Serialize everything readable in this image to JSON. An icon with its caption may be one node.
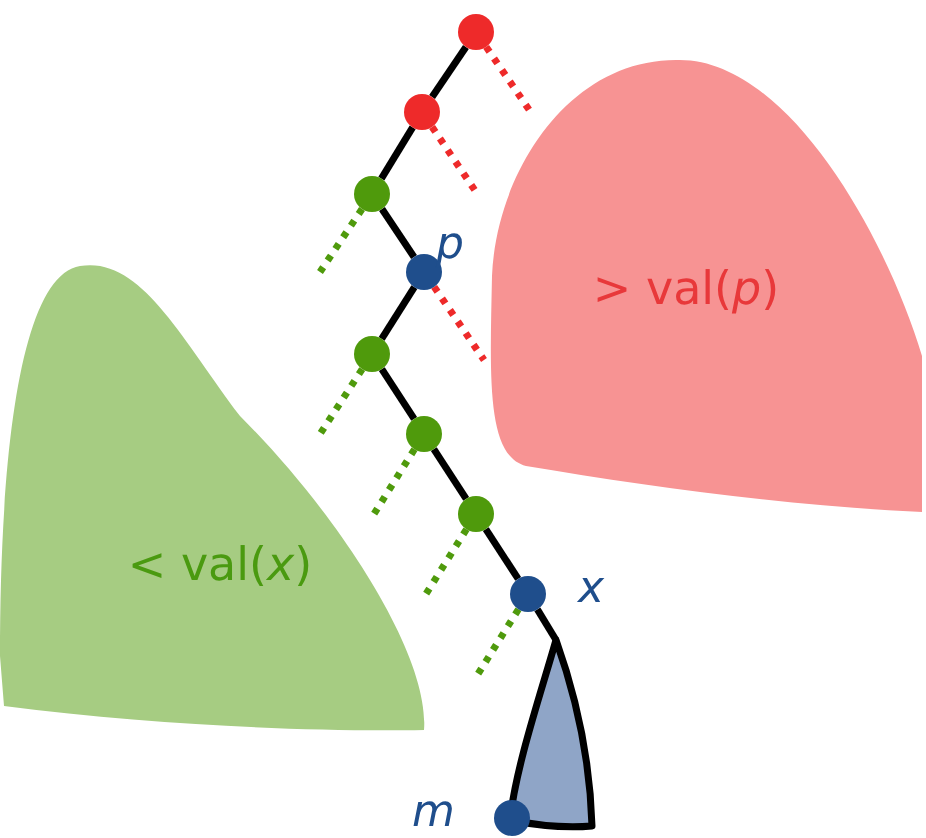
{
  "diagram": {
    "nodes": [
      {
        "text": [],
        "shape": "circle"
      },
      {
        "text": [],
        "shape": "circle"
      },
      {
        "text": [],
        "shape": "circle"
      },
      {
        "text": [],
        "shape": "circle",
        "beside": [
          "p"
        ]
      },
      {
        "text": [],
        "shape": "circle"
      },
      {
        "text": [],
        "shape": "circle"
      },
      {
        "text": [],
        "shape": "circle"
      },
      {
        "text": [],
        "shape": "circle",
        "beside": [
          "x"
        ]
      },
      {
        "text": [],
        "shape": "triangle"
      },
      {
        "text": [],
        "shape": "circle",
        "beside": [
          "m"
        ]
      },
      {
        "text": [
          "< val(*x*)"
        ]
      },
      {
        "text": [
          "> val(*p*)"
        ]
      }
    ],
    "edges": [
      {
        "from": 0,
        "to": 1,
        "arrow": "none"
      },
      {
        "from": 1,
        "to": 2,
        "arrow": "none"
      },
      {
        "from": 2,
        "to": 3,
        "arrow": "none"
      },
      {
        "from": 3,
        "to": 4,
        "arrow": "none"
      },
      {
        "from": 4,
        "to": 5,
        "arrow": "none"
      },
      {
        "from": 5,
        "to": 6,
        "arrow": "none"
      },
      {
        "from": 6,
        "to": 7,
        "arrow": "none"
      },
      {
        "from": 7,
        "to": 8,
        "arrow": "none"
      },
      {
        "from": 0,
        "to": 11,
        "arrow": "none",
        "style": "dashed",
        "color": "#ee2a2a"
      },
      {
        "from": 1,
        "to": null,
        "arrow": "none",
        "style": "dashed",
        "color": "#ee2a2a"
      },
      {
        "from": 2,
        "to": null,
        "arrow": "none",
        "style": "dashed",
        "color": "#4f9a0c"
      },
      {
        "from": 3,
        "to": 11,
        "arrow": "none",
        "style": "dashed",
        "color": "#ee2a2a"
      },
      {
        "from": 4,
        "to": null,
        "arrow": "none",
        "style": "dashed",
        "color": "#4f9a0c"
      },
      {
        "from": 5,
        "to": null,
        "arrow": "none",
        "style": "dashed",
        "color": "#4f9a0c"
      },
      {
        "from": 6,
        "to": null,
        "arrow": "none",
        "style": "dashed",
        "color": "#4f9a0c"
      },
      {
        "from": 7,
        "to": null,
        "arrow": "none",
        "style": "dashed",
        "color": "#4f9a0c"
      }
    ]
  }
}
